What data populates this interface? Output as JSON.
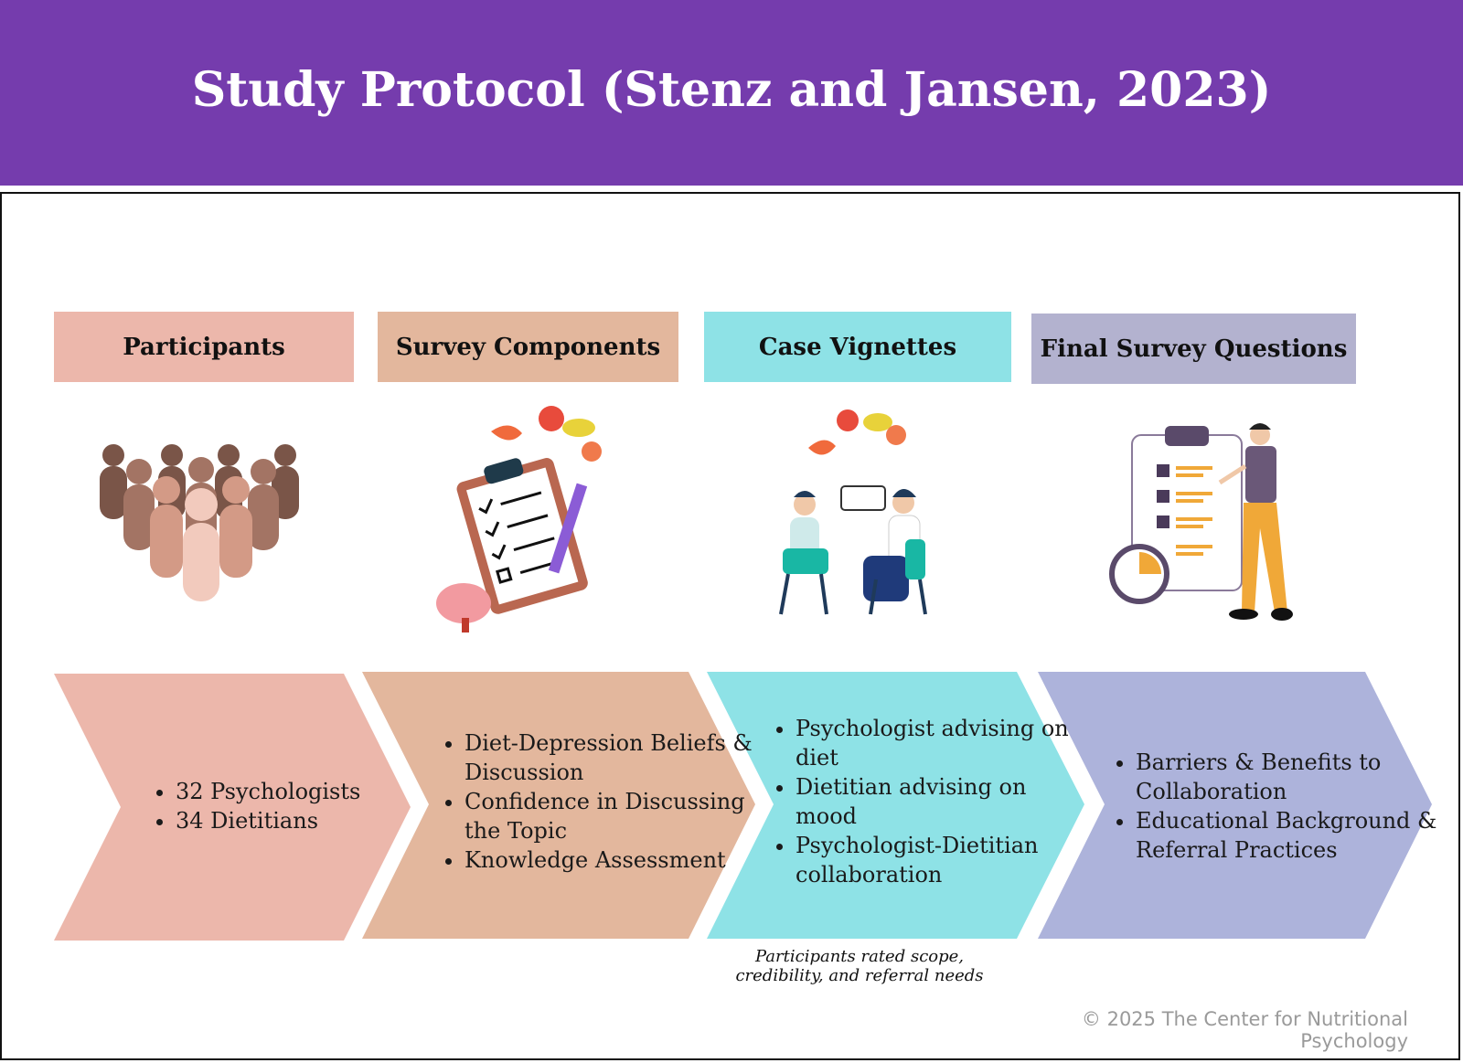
{
  "header": {
    "title": "Study Protocol (Stenz and Jansen, 2023)"
  },
  "colors": {
    "header_bg": "#753cad",
    "participants": "#ecb7ab",
    "survey_components": "#e3b79d",
    "case_vignettes": "#8ee2e6",
    "final_survey_label": "#b3b2cf",
    "final_survey_chevron": "#adb3db"
  },
  "stages": [
    {
      "label": "Participants",
      "bullets": [
        "32 Psychologists",
        "34 Dietitians"
      ],
      "icon": "people-group-icon"
    },
    {
      "label": "Survey Components",
      "bullets": [
        "Diet-Depression Beliefs & Discussion",
        "Confidence in Discussing the Topic",
        "Knowledge Assessment"
      ],
      "icon": "clipboard-checklist-icon"
    },
    {
      "label": "Case Vignettes",
      "bullets": [
        "Psychologist advising on diet",
        "Dietitian advising on mood",
        "Psychologist-Dietitian collaboration"
      ],
      "icon": "consultation-icon"
    },
    {
      "label": "Final Survey Questions",
      "bullets": [
        "Barriers & Benefits to Collaboration",
        "Educational Background & Referral Practices"
      ],
      "icon": "survey-person-icon"
    }
  ],
  "note": {
    "line1": "Participants rated scope,",
    "line2": "credibility, and referral needs"
  },
  "footer": {
    "copyright": "© 2025 The Center for Nutritional Psychology"
  }
}
